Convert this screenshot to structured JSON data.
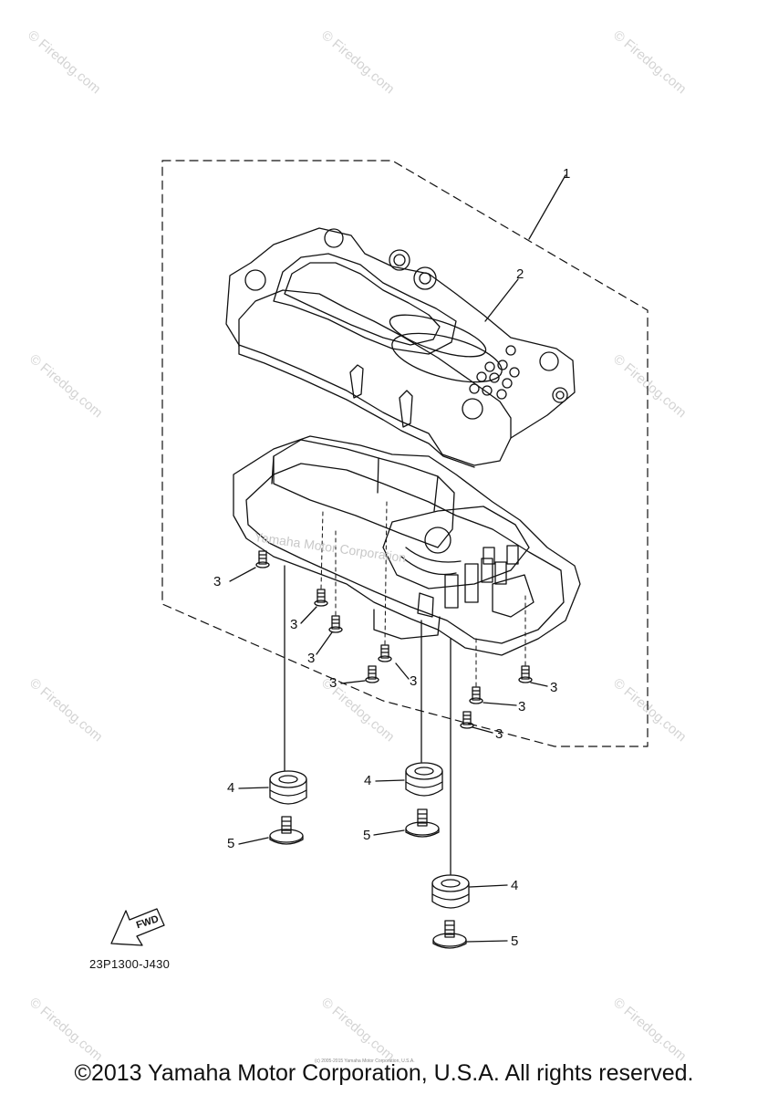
{
  "watermark_text": "© Firedog.com",
  "center_credit": "Yamaha Motor Corporation",
  "micro_credit": "(c) 2005-2015 Yamaha Motor Corporation, U.S.A.",
  "callouts": {
    "part_1": "1",
    "part_2": "2",
    "part_3": "3",
    "part_4": "4",
    "part_5": "5"
  },
  "fwd_label": "FWD",
  "diagram_code": "23P1300-J430",
  "footer": "©2013 Yamaha Motor Corporation, U.S.A. All rights reserved.",
  "colors": {
    "line": "#111111",
    "watermark": "#d4d4d4"
  }
}
